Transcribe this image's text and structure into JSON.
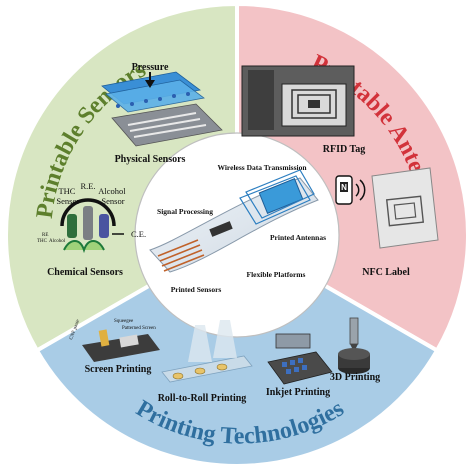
{
  "sectors": {
    "sensors": {
      "title": "Printable Sensors",
      "color": "#d8e6c2",
      "title_color": "#5d7f2c"
    },
    "antennas": {
      "title": "Printable Antennas",
      "color": "#f3c3c6",
      "title_color": "#d2323a"
    },
    "technologies": {
      "title": "Printing Technologies",
      "color": "#a9cce6",
      "title_color": "#2f6f9f"
    }
  },
  "sensors": {
    "pressure": "Pressure",
    "physical": "Physical Sensors",
    "chemical": "Chemical Sensors",
    "thc": "THC\nSensor",
    "re": "R.E.",
    "alcohol": "Alcohol\nSensor",
    "ce": "C.E.",
    "small_re": "RE",
    "small_thc": "THC",
    "small_alcohol": "Alcohol"
  },
  "antennas": {
    "rfid": "RFID Tag",
    "nfc": "NFC Label",
    "nfc_glyph": "N"
  },
  "center": {
    "wireless": "Wireless Data Transmission",
    "signal": "Signal Processing",
    "printed_antennas": "Printed Antennas",
    "flexible": "Flexible Platforms",
    "printed_sensors": "Printed Sensors"
  },
  "technologies": {
    "screen": "Screen Printing",
    "roll": "Roll-to-Roll Printing",
    "inkjet": "Inkjet Printing",
    "threed": "3D Printing",
    "squeegee": "Squeegee",
    "patterned": "Patterned Screen",
    "paste": "CNF paste"
  }
}
